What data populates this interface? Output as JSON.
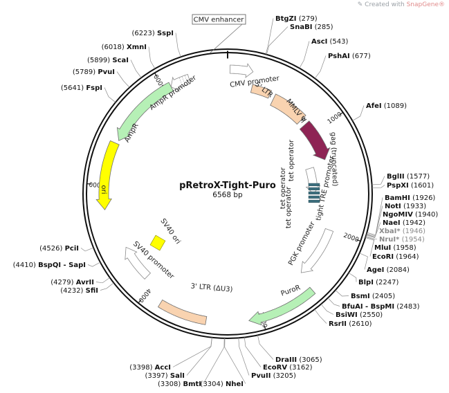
{
  "watermark": {
    "prefix": "Created with ",
    "brand": "SnapGene®",
    "icon": "snapgene-logo-icon"
  },
  "map": {
    "name": "pRetroX-Tight-Puro",
    "length_label": "6568 bp",
    "length": 6568
  },
  "ticks": [
    {
      "pos": 1000,
      "label": "1000"
    },
    {
      "pos": 2000,
      "label": "2000"
    },
    {
      "pos": 3000,
      "label": "3000"
    },
    {
      "pos": 4000,
      "label": "4000"
    },
    {
      "pos": 5000,
      "label": "5000"
    },
    {
      "pos": 6000,
      "label": "6000"
    }
  ],
  "features": [
    {
      "id": "cmv-enhancer",
      "label": "CMV enhancer",
      "start": 6568,
      "end": 6568,
      "color": "#ffffff",
      "kind": "boxed-label"
    },
    {
      "id": "cmv-promoter",
      "label": "CMV promoter",
      "start": 20,
      "end": 215,
      "color": "#ffffff",
      "kind": "arrow-cw"
    },
    {
      "id": "5ltr",
      "label": "5' LTR (truncated)",
      "start": 235,
      "end": 420,
      "color": "#f9d3b0",
      "kind": "box"
    },
    {
      "id": "mmlv-psi",
      "label": "MMLV Ψ",
      "start": 470,
      "end": 820,
      "color": "#f9d3b0",
      "kind": "box"
    },
    {
      "id": "gag",
      "label": "gag (truncated)",
      "start": 880,
      "end": 1290,
      "color": "#8e2454",
      "kind": "arrow-cw"
    },
    {
      "id": "tight-tre",
      "label": "tight TRE promoter",
      "start": 1330,
      "end": 1640,
      "color": "#ffffff",
      "kind": "arrow-cw"
    },
    {
      "id": "tet-operator",
      "label": "tet operator",
      "start": 1340,
      "end": 1620,
      "color": "#3d6f7e",
      "kind": "operators"
    },
    {
      "id": "pgk-promoter",
      "label": "PGK promoter",
      "start": 2000,
      "end": 2500,
      "color": "#ffffff",
      "kind": "arrow-cw"
    },
    {
      "id": "puror",
      "label": "PuroR",
      "start": 2530,
      "end": 3110,
      "color": "#b6f0b6",
      "kind": "arrow-cw"
    },
    {
      "id": "3ltr",
      "label": "3' LTR (ΔU3)",
      "start": 3460,
      "end": 3860,
      "color": "#f9d3b0",
      "kind": "box"
    },
    {
      "id": "sv40-promoter",
      "label": "SV40 promoter",
      "start": 4090,
      "end": 4420,
      "color": "#ffffff",
      "kind": "arrow-cw"
    },
    {
      "id": "sv40-ori",
      "label": "SV40 ori",
      "start": 4220,
      "end": 4360,
      "color": "#ffff00",
      "kind": "inner-box"
    },
    {
      "id": "ori",
      "label": "ori",
      "start": 4790,
      "end": 5370,
      "color": "#ffff00",
      "kind": "arrow-ccw"
    },
    {
      "id": "ampr",
      "label": "AmpR",
      "start": 5400,
      "end": 6060,
      "color": "#b6f0b6",
      "kind": "arrow-ccw"
    },
    {
      "id": "ampr-promoter",
      "label": "AmpR promoter",
      "start": 6060,
      "end": 6230,
      "color": "#ffffff",
      "kind": "arrow-ccw"
    }
  ],
  "sites": [
    {
      "name": "BtgZI",
      "pos": 279,
      "label": "(279)",
      "side": "right",
      "grey": false
    },
    {
      "name": "SnaBI",
      "pos": 285,
      "label": "(285)",
      "side": "right",
      "grey": false
    },
    {
      "name": "AscI",
      "pos": 543,
      "label": "(543)",
      "side": "right",
      "grey": false
    },
    {
      "name": "PshAI",
      "pos": 677,
      "label": "(677)",
      "side": "right",
      "grey": false
    },
    {
      "name": "AfeI",
      "pos": 1089,
      "label": "(1089)",
      "side": "right",
      "grey": false
    },
    {
      "name": "BglII",
      "pos": 1577,
      "label": "(1577)",
      "side": "right",
      "grey": false
    },
    {
      "name": "PspXI",
      "pos": 1601,
      "label": "(1601)",
      "side": "right",
      "grey": false
    },
    {
      "name": "BamHI",
      "pos": 1926,
      "label": "(1926)",
      "side": "right",
      "grey": false
    },
    {
      "name": "NotI",
      "pos": 1933,
      "label": "(1933)",
      "side": "right",
      "grey": false
    },
    {
      "name": "NgoMIV",
      "pos": 1940,
      "label": "(1940)",
      "side": "right",
      "grey": false
    },
    {
      "name": "NaeI",
      "pos": 1942,
      "label": "(1942)",
      "side": "right",
      "grey": false
    },
    {
      "name": "XbaI*",
      "pos": 1946,
      "label": "(1946)",
      "side": "right",
      "grey": true
    },
    {
      "name": "NruI*",
      "pos": 1954,
      "label": "(1954)",
      "side": "right",
      "grey": true
    },
    {
      "name": "MluI",
      "pos": 1958,
      "label": "(1958)",
      "side": "right",
      "grey": false
    },
    {
      "name": "EcoRI",
      "pos": 1964,
      "label": "(1964)",
      "side": "right",
      "grey": false
    },
    {
      "name": "AgeI",
      "pos": 2084,
      "label": "(2084)",
      "side": "right",
      "grey": false
    },
    {
      "name": "BlpI",
      "pos": 2247,
      "label": "(2247)",
      "side": "right",
      "grey": false
    },
    {
      "name": "BsmI",
      "pos": 2405,
      "label": "(2405)",
      "side": "right",
      "grey": false
    },
    {
      "name": "BfuAI - BspMI",
      "pos": 2483,
      "label": "(2483)",
      "side": "right",
      "grey": false
    },
    {
      "name": "BsiWI",
      "pos": 2550,
      "label": "(2550)",
      "side": "right",
      "grey": false
    },
    {
      "name": "RsrII",
      "pos": 2610,
      "label": "(2610)",
      "side": "right",
      "grey": false
    },
    {
      "name": "DraIII",
      "pos": 3065,
      "label": "(3065)",
      "side": "right",
      "grey": false
    },
    {
      "name": "EcoRV",
      "pos": 3162,
      "label": "(3162)",
      "side": "right",
      "grey": false
    },
    {
      "name": "PvuII",
      "pos": 3205,
      "label": "(3205)",
      "side": "right",
      "grey": false
    },
    {
      "name": "NheI",
      "pos": 3304,
      "label": "(3304)",
      "side": "left",
      "grey": false
    },
    {
      "name": "BmtI",
      "pos": 3308,
      "label": "(3308)",
      "side": "left",
      "grey": false
    },
    {
      "name": "SalI",
      "pos": 3397,
      "label": "(3397)",
      "side": "left",
      "grey": false
    },
    {
      "name": "AccI",
      "pos": 3398,
      "label": "(3398)",
      "side": "left",
      "grey": false
    },
    {
      "name": "SfiI",
      "pos": 4232,
      "label": "(4232)",
      "side": "left",
      "grey": false
    },
    {
      "name": "AvrII",
      "pos": 4279,
      "label": "(4279)",
      "side": "left",
      "grey": false
    },
    {
      "name": "BspQI - SapI",
      "pos": 4410,
      "label": "(4410)",
      "side": "left",
      "grey": false
    },
    {
      "name": "PciI",
      "pos": 4526,
      "label": "(4526)",
      "side": "left",
      "grey": false
    },
    {
      "name": "FspI",
      "pos": 5641,
      "label": "(5641)",
      "side": "left",
      "grey": false
    },
    {
      "name": "PvuI",
      "pos": 5789,
      "label": "(5789)",
      "side": "left",
      "grey": false
    },
    {
      "name": "ScaI",
      "pos": 5899,
      "label": "(5899)",
      "side": "left",
      "grey": false
    },
    {
      "name": "XmnI",
      "pos": 6018,
      "label": "(6018)",
      "side": "left",
      "grey": false
    },
    {
      "name": "SspI",
      "pos": 6223,
      "label": "(6223)",
      "side": "left",
      "grey": false
    }
  ]
}
